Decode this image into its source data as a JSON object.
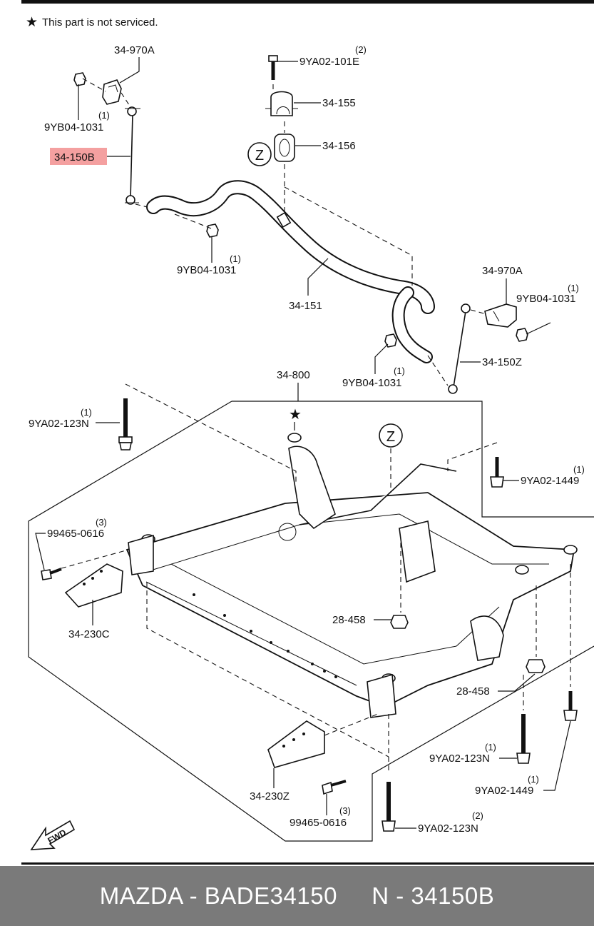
{
  "note": "This part is not serviced.",
  "note_symbol": "★",
  "highlight_color": "#f4a0a0",
  "parts": {
    "p34_970A_top": "34-970A",
    "p9YB04_top_left": "9YB04-1031",
    "p9YB04_top_left_qty": "(1)",
    "p34_150B": "34-150B",
    "p9YA02_101E": "9YA02-101E",
    "p9YA02_101E_qty": "(2)",
    "p34_155": "34-155",
    "p34_156": "34-156",
    "p9YB04_mid": "9YB04-1031",
    "p9YB04_mid_qty": "(1)",
    "p34_151": "34-151",
    "p34_970A_right": "34-970A",
    "p9YB04_right": "9YB04-1031",
    "p9YB04_right_qty": "(1)",
    "p9YB04_low": "9YB04-1031",
    "p9YB04_low_qty": "(1)",
    "p34_150Z": "34-150Z",
    "p34_800": "34-800",
    "p9YA02_123N_top": "9YA02-123N",
    "p9YA02_123N_top_qty": "(1)",
    "p9YA02_1449_top": "9YA02-1449",
    "p9YA02_1449_top_qty": "(1)",
    "p99465_left": "99465-0616",
    "p99465_left_qty": "(3)",
    "p34_230C": "34-230C",
    "p28_458_a": "28-458",
    "p28_458_b": "28-458",
    "p9YA02_123N_right": "9YA02-123N",
    "p9YA02_123N_right_qty": "(1)",
    "p9YA02_1449_bottom": "9YA02-1449",
    "p9YA02_1449_bottom_qty": "(1)",
    "p34_230Z": "34-230Z",
    "p99465_bottom": "99465-0616",
    "p99465_bottom_qty": "(3)",
    "p9YA02_123N_bottom": "9YA02-123N",
    "p9YA02_123N_bottom_qty": "(2)"
  },
  "z_marker": "Z",
  "fwd_label": "FWD",
  "footer": {
    "brand_part": "MAZDA - BADE34150",
    "ref": "N - 34150B"
  }
}
